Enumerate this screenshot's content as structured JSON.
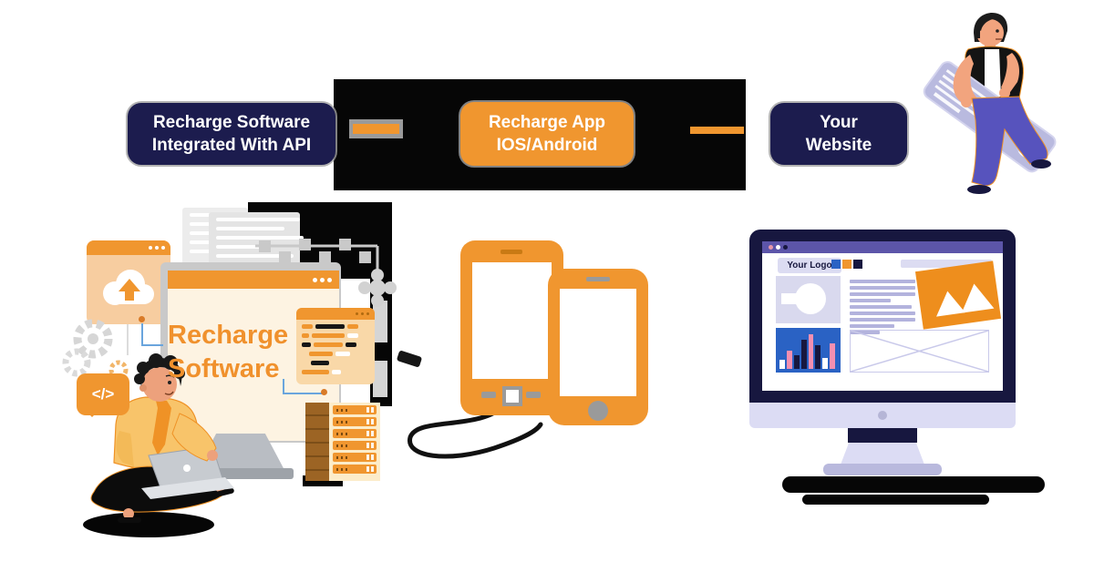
{
  "page": {
    "background": "#ffffff"
  },
  "flow": {
    "badges": [
      {
        "lines": [
          "Recharge Software",
          "Integrated With API"
        ]
      },
      {
        "lines": [
          "Recharge App",
          "IOS/Android"
        ]
      },
      {
        "lines": [
          "Your",
          "Website"
        ]
      }
    ]
  },
  "left_scene": {
    "screen_title_lines": [
      "Recharge",
      "Software"
    ],
    "code_bubble_text": "</>",
    "doc_pages": [
      [
        78,
        95,
        68,
        88,
        58
      ],
      [
        92,
        75,
        96,
        60,
        85,
        70
      ]
    ],
    "code_rows": [
      {
        "indent": 0,
        "segs": [
          {
            "c": "#f0962f",
            "w": 12
          },
          {
            "c": "#161616",
            "w": 32
          },
          {
            "c": "#f0962f",
            "w": 12
          }
        ]
      },
      {
        "indent": 0,
        "segs": [
          {
            "c": "#f0962f",
            "w": 8
          },
          {
            "c": "#f0962f",
            "w": 36
          },
          {
            "c": "#ffffff",
            "w": 12
          }
        ]
      },
      {
        "indent": 0,
        "segs": [
          {
            "c": "#161616",
            "w": 10
          },
          {
            "c": "#f0962f",
            "w": 32
          },
          {
            "c": "#161616",
            "w": 12
          }
        ]
      },
      {
        "indent": 8,
        "segs": [
          {
            "c": "#f0962f",
            "w": 26
          },
          {
            "c": "#ffffff",
            "w": 16
          }
        ]
      },
      {
        "indent": 10,
        "segs": [
          {
            "c": "#161616",
            "w": 20
          }
        ]
      },
      {
        "indent": 0,
        "segs": [
          {
            "c": "#f0962f",
            "w": 30
          },
          {
            "c": "#ffffff",
            "w": 10
          }
        ]
      }
    ],
    "server_rows": 6
  },
  "website_mock": {
    "logo_text": "Your Logo",
    "text_line_widths": [
      100,
      100,
      100,
      62,
      95,
      100,
      100,
      68,
      46
    ],
    "chart_bars": [
      {
        "h": 10,
        "c": "#ffffff"
      },
      {
        "h": 20,
        "c": "#f48fb1"
      },
      {
        "h": 15,
        "c": "#17173f"
      },
      {
        "h": 32,
        "c": "#17173f"
      },
      {
        "h": 38,
        "c": "#f48fb1"
      },
      {
        "h": 26,
        "c": "#17173f"
      },
      {
        "h": 12,
        "c": "#ffffff"
      },
      {
        "h": 28,
        "c": "#f48fb1"
      }
    ]
  },
  "right_person": {
    "star_char": "★"
  },
  "colors": {
    "navy": "#1c1c4e",
    "orange": "#f0962f",
    "orange_text": "#f0912d",
    "cream": "#fdf3e2",
    "lavender": "#dcdcf2",
    "purple": "#5c55a9",
    "blue": "#2a62c4",
    "pink": "#f48fb1",
    "black": "#060606"
  }
}
